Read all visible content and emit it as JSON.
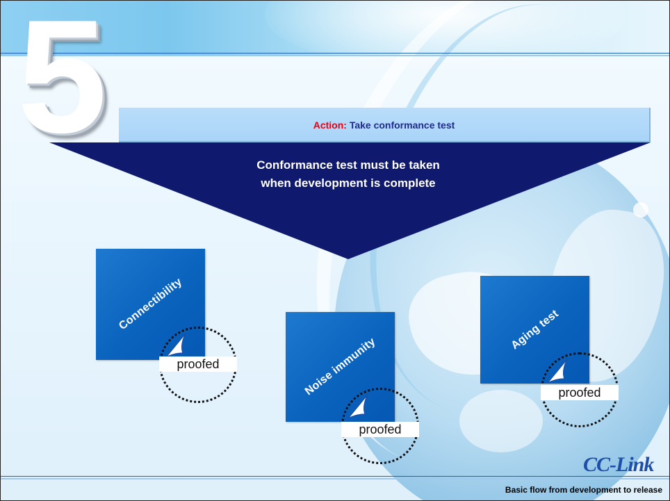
{
  "slide": {
    "step_number": "5",
    "action": {
      "label": "Action:",
      "text": "Take conformance test"
    },
    "instruction": {
      "line1": "Conformance test must be taken",
      "line2": "when development is complete"
    },
    "tests": [
      {
        "label": "Connectibility",
        "stamp": "proofed"
      },
      {
        "label": "Noise immunity",
        "stamp": "proofed"
      },
      {
        "label": "Aging test",
        "stamp": "proofed"
      }
    ],
    "logo": "CC-Link",
    "footer": "Basic flow from development to release"
  },
  "colors": {
    "action_label": "#e60012",
    "action_text": "#1d2b8c",
    "triangle": "#0f1a6e",
    "card": "#0a63bd"
  }
}
